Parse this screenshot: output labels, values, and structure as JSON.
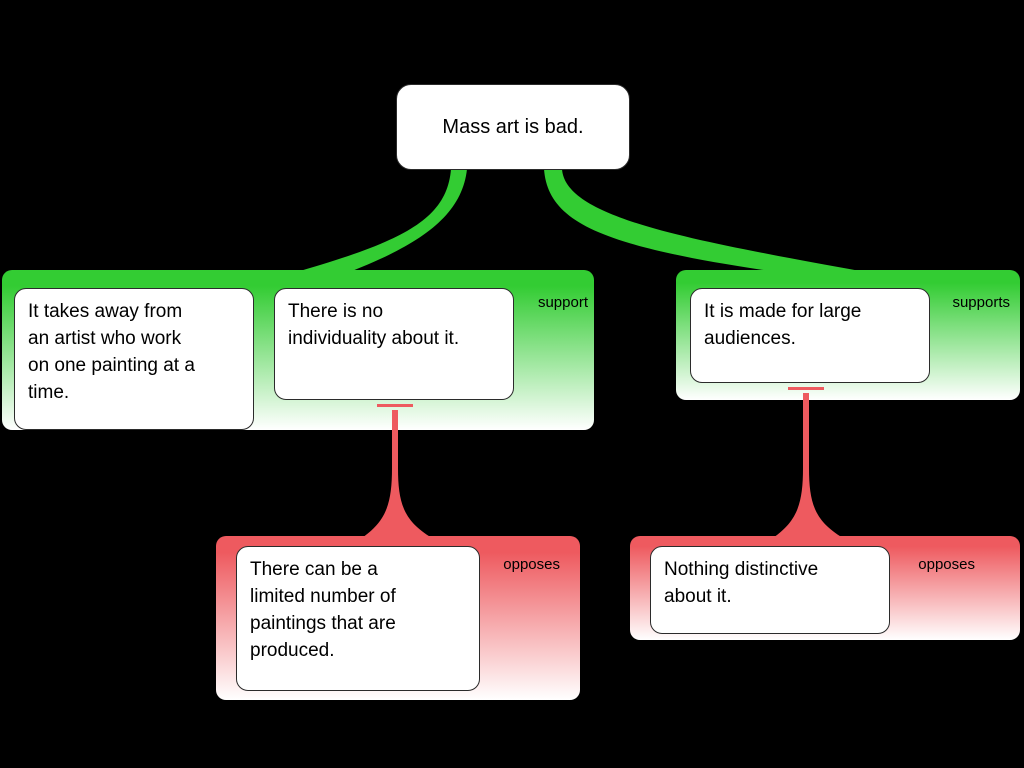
{
  "root": {
    "text": "Mass art is bad."
  },
  "groups": [
    {
      "label": "support",
      "type": "support",
      "claims": [
        "It takes away from an artist who work on one painting at a time.",
        "There is no individuality about it."
      ]
    },
    {
      "label": "supports",
      "type": "support",
      "claims": [
        "It is made for large audiences."
      ]
    },
    {
      "label": "opposes",
      "type": "oppose",
      "claims": [
        "There can be a limited number of paintings that are produced."
      ]
    },
    {
      "label": "opposes",
      "type": "oppose",
      "claims": [
        "Nothing distinctive about it."
      ]
    }
  ],
  "colors": {
    "background": "#000000",
    "support": "#33cc33",
    "oppose": "#ee5a5f",
    "node_bg": "#ffffff",
    "text": "#000000"
  }
}
